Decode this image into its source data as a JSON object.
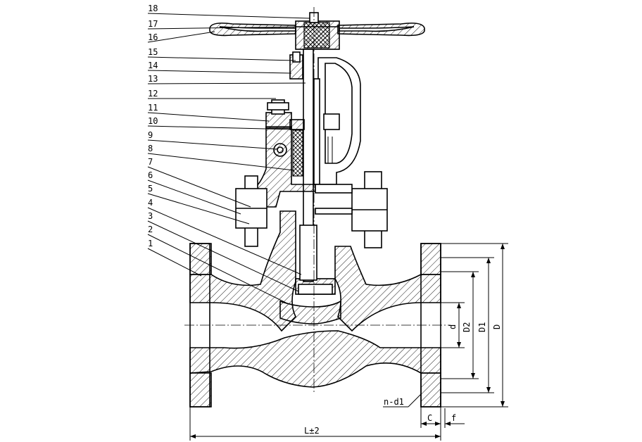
{
  "diagram": {
    "callouts": [
      "18",
      "17",
      "16",
      "15",
      "14",
      "13",
      "12",
      "11",
      "10",
      "9",
      "8",
      "7",
      "6",
      "5",
      "4",
      "3",
      "2",
      "1"
    ],
    "dimensions": {
      "d": "d",
      "D2": "D2",
      "D1": "D1",
      "D": "D",
      "holes": "n-d1",
      "C": "C",
      "f": "f",
      "length": "L±2"
    }
  }
}
